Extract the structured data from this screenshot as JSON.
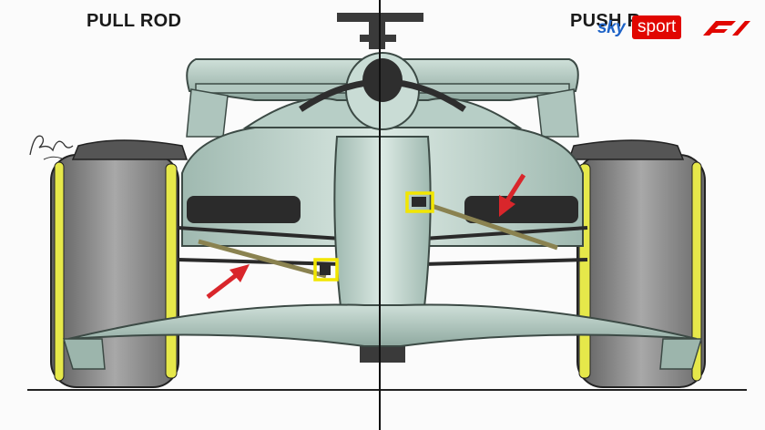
{
  "labels": {
    "left": "PULL ROD",
    "right": "PUSH R"
  },
  "broadcaster": {
    "sky": "sky",
    "sport": "sport",
    "logo_icon": "f1-logo-icon"
  },
  "colors": {
    "car_body": "#c6d9d1",
    "tyre": "#8a8a8a",
    "tyre_stripe": "#e6e84a",
    "highlight_box": "#f2e600",
    "arrow": "#d9262b",
    "divider": "#111111",
    "rod": "#8a8250"
  },
  "annotations": {
    "left_mount": "highlight-box",
    "right_mount": "highlight-box",
    "left_arrow": "arrow-icon",
    "right_arrow": "arrow-icon"
  }
}
